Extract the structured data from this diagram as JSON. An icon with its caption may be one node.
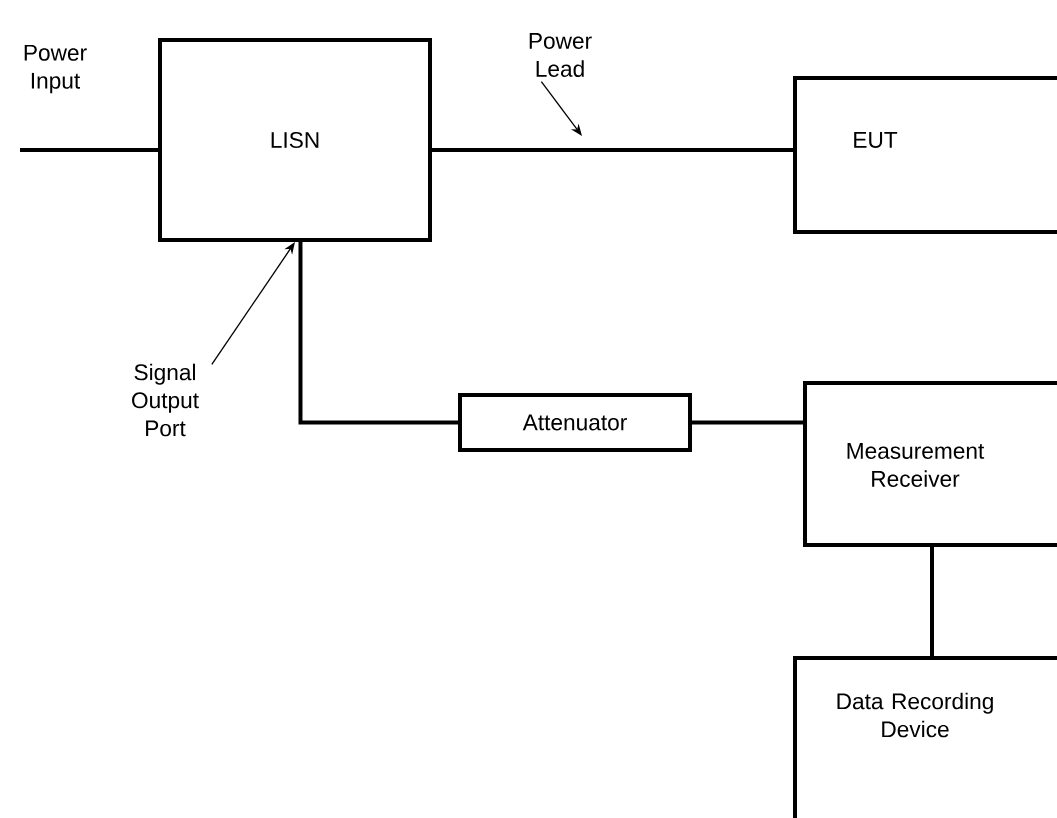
{
  "diagram": {
    "nodes": [
      {
        "text": [
          "LISN"
        ]
      },
      {
        "text": [
          "EUT"
        ]
      },
      {
        "text": [
          "Attenuator"
        ]
      },
      {
        "text": [
          "Measurement Receiver"
        ]
      },
      {
        "text": [
          "Data Recording Device"
        ]
      },
      {
        "text": [
          "Power Lead"
        ]
      },
      {
        "text": [
          "Signal Output Port"
        ]
      }
    ],
    "edges": [
      {
        "from": null,
        "to": 0,
        "arrow": "none",
        "label": "Power Input"
      },
      {
        "from": 0,
        "to": 1,
        "arrow": "none"
      },
      {
        "from": 0,
        "to": 2,
        "arrow": "none"
      },
      {
        "from": 2,
        "to": 3,
        "arrow": "none"
      },
      {
        "from": 3,
        "to": 4,
        "arrow": "none"
      },
      {
        "from": 5,
        "to": null,
        "arrow": "to"
      },
      {
        "from": 6,
        "to": 0,
        "arrow": "to"
      }
    ]
  }
}
